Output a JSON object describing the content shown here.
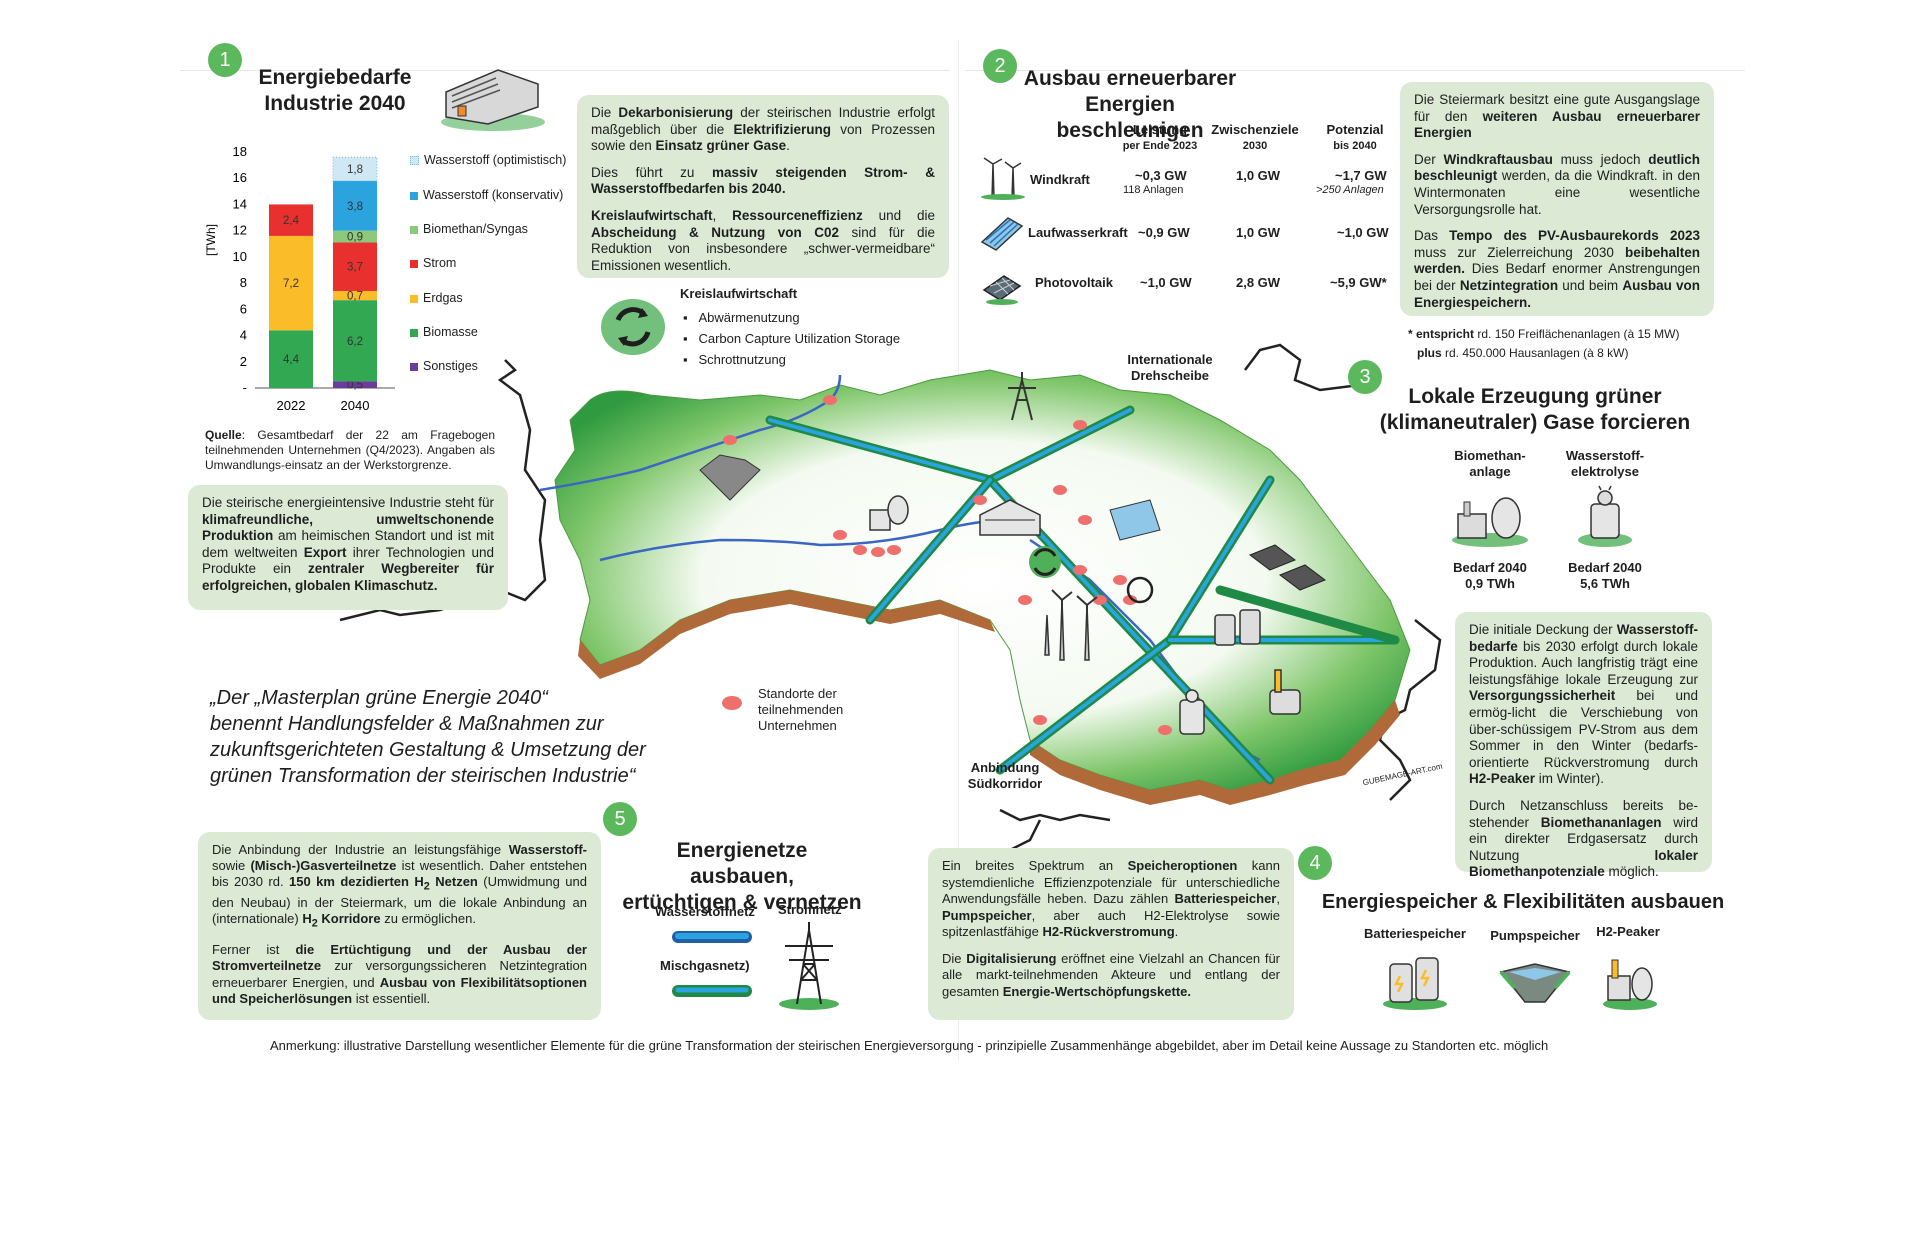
{
  "section1": {
    "number": "1",
    "title_line1": "Energiebedarfe",
    "title_line2": "Industrie 2040",
    "chart_source_label": "Quelle",
    "chart_source_text": ": Gesamtbedarf der 22 am Fragebogen teilnehmenden Unternehmen (Q4/2023). Angaben als Umwandlungs-einsatz an der Werkstorgrenze.",
    "info_box": {
      "part1": "Die steirische energieintensive Industrie steht für ",
      "bold1": "klimafreundliche, umweltschonende Produktion",
      "part2": " am heimischen Standort und ist mit dem weltweiten ",
      "bold2": "Export",
      "part3": " ihrer Technologien und Produkte ein ",
      "bold3": "zentraler Wegbereiter für erfolgreichen, globalen Klimaschutz."
    }
  },
  "chart_data": {
    "type": "bar",
    "stacked": true,
    "categories": [
      "2022",
      "2040"
    ],
    "ylabel": "[TWh]",
    "ylim": [
      0,
      18
    ],
    "yticks": [
      2,
      4,
      6,
      8,
      10,
      12,
      14,
      16,
      18
    ],
    "series": [
      {
        "name": "Sonstiges",
        "color": "#6a3d9a",
        "values": [
          0,
          0.5
        ],
        "labels": [
          "",
          "0,5"
        ]
      },
      {
        "name": "Biomasse",
        "color": "#33a853",
        "values": [
          4.4,
          6.2
        ],
        "labels": [
          "4,4",
          "6,2"
        ]
      },
      {
        "name": "Erdgas",
        "color": "#fbbc2a",
        "values": [
          7.2,
          0.7
        ],
        "labels": [
          "7,2",
          "0,7"
        ]
      },
      {
        "name": "Strom",
        "color": "#e8312f",
        "values": [
          2.4,
          3.7
        ],
        "labels": [
          "2,4",
          "3,7"
        ]
      },
      {
        "name": "Biomethan/Syngas",
        "color": "#8cc97a",
        "values": [
          0,
          0.9
        ],
        "labels": [
          "",
          "0,9"
        ]
      },
      {
        "name": "Wasserstoff (konservativ)",
        "color": "#2aa3de",
        "values": [
          0,
          3.8
        ],
        "labels": [
          "",
          "3,8"
        ]
      },
      {
        "name": "Wasserstoff (optimistisch)",
        "color": "#cfe8f3",
        "values": [
          0,
          1.8
        ],
        "labels": [
          "",
          "1,8"
        ]
      }
    ],
    "legend_order": [
      "Wasserstoff (optimistisch)",
      "Wasserstoff (konservativ)",
      "Biomethan/Syngas",
      "Strom",
      "Erdgas",
      "Biomasse",
      "Sonstiges"
    ]
  },
  "decarb_box": {
    "p1_a": "Die ",
    "p1_b": "Dekarbonisierung",
    "p1_c": " der steirischen Industrie erfolgt maßgeblich über die ",
    "p1_d": "Elektrifizierung",
    "p1_e": " von Prozessen sowie den ",
    "p1_f": "Einsatz grüner Gase",
    "p1_g": ".",
    "p2_a": "Dies führt zu ",
    "p2_b": "massiv steigenden Strom- & Wasserstoffbedarfen bis 2040.",
    "p3_a": "Kreislaufwirtschaft",
    "p3_b": ", ",
    "p3_c": "Ressourceneffizienz",
    "p3_d": " und die ",
    "p3_e": "Abscheidung & Nutzung von C02",
    "p3_f": " sind für die Reduktion von insbesondere „schwer-vermeidbare“ Emissionen wesentlich."
  },
  "circular": {
    "title": "Kreislaufwirtschaft",
    "items": [
      "Abwärmenutzung",
      "Carbon Capture Utilization Storage",
      "Schrottnutzung"
    ]
  },
  "section2": {
    "number": "2",
    "title_line1": "Ausbau erneuerbarer",
    "title_line2": "Energien beschleunigen",
    "headers": {
      "leistung": "Leistung",
      "leistung_sub": "per Ende 2023",
      "zwischen": "Zwischenziele",
      "zwischen_sub": "2030",
      "potenzial": "Potenzial",
      "potenzial_sub": "bis 2040"
    },
    "rows": [
      {
        "name": "Windkraft",
        "leistung": "~0,3 GW",
        "leistung_sub": "118 Anlagen",
        "ziel": "1,0 GW",
        "potenzial": "~1,7 GW",
        "potenzial_sub": ">250 Anlagen"
      },
      {
        "name": "Laufwasserkraft",
        "leistung": "~0,9 GW",
        "leistung_sub": "",
        "ziel": "1,0 GW",
        "potenzial": "~1,0 GW",
        "potenzial_sub": ""
      },
      {
        "name": "Photovoltaik",
        "leistung": "~1,0 GW",
        "leistung_sub": "",
        "ziel": "2,8 GW",
        "potenzial": "~5,9 GW*",
        "potenzial_sub": ""
      }
    ],
    "box": {
      "p1_a": "Die Steiermark besitzt eine gute Ausgangslage für den ",
      "p1_b": "weiteren Ausbau erneuerbarer Energien",
      "p2_a": "Der ",
      "p2_b": "Windkraftausbau",
      "p2_c": " muss jedoch ",
      "p2_d": "deutlich beschleunigt",
      "p2_e": " werden, da die Windkraft. in den Wintermonaten eine wesentliche Versorgungsrolle hat.",
      "p3_a": "Das ",
      "p3_b": "Tempo des PV-Ausbaurekords 2023",
      "p3_c": " muss zur Zielerreichung 2030 ",
      "p3_d": "beibehalten werden.",
      "p3_e": " Dies Bedarf enormer Anstrengungen bei der ",
      "p3_f": "Netzintegration",
      "p3_g": " und beim ",
      "p3_h": "Ausbau von Energiespeichern."
    },
    "footnote1_a": "* entspricht",
    "footnote1_b": " rd. 150 Freiflächenanlagen (à 15 MW)",
    "footnote2_a": "plus",
    "footnote2_b": " rd. 450.000 Hausanlagen (à 8 kW)"
  },
  "section3": {
    "number": "3",
    "title_line1": "Lokale Erzeugung grüner",
    "title_line2": "(klimaneutraler) Gase forcieren",
    "biomethan_label1": "Biomethan-",
    "biomethan_label2": "anlage",
    "h2_label1": "Wasserstoff-",
    "h2_label2": "elektrolyse",
    "biomethan_demand1": "Bedarf 2040",
    "biomethan_demand2": "0,9 TWh",
    "h2_demand1": "Bedarf 2040",
    "h2_demand2": "5,6 TWh",
    "box": {
      "p1_a": "Die initiale Deckung der ",
      "p1_b": "Wasserstoff-bedarfe",
      "p1_c": " bis 2030 erfolgt durch lokale Produktion. Auch langfristig trägt eine leistungsfähige lokale Erzeugung zur ",
      "p1_d": "Versorgungssicherheit",
      "p1_e": " bei und ermög-licht die Verschiebung von über-schüssigem PV-Strom aus dem Sommer in den Winter (bedarfs-orientierte Rückverstromung durch ",
      "p1_f": "H2-Peaker",
      "p1_g": " im Winter).",
      "p2_a": "Durch Netzanschluss bereits be-stehender ",
      "p2_b": "Biomethananlagen",
      "p2_c": " wird ein direkter Erdgasersatz durch Nutzung ",
      "p2_d": "lokaler Biomethanpotenziale",
      "p2_e": " möglich."
    }
  },
  "section4": {
    "number": "4",
    "title": "Energiespeicher & Flexibilitäten ausbauen",
    "labels": [
      "Batteriespeicher",
      "Pumpspeicher",
      "H2-Peaker"
    ],
    "box": {
      "p1_a": "Ein breites Spektrum an ",
      "p1_b": "Speicheroptionen",
      "p1_c": " kann systemdienliche Effizienzpotenziale für unterschiedliche Anwendungsfälle heben. Dazu zählen ",
      "p1_d": "Batteriespeicher",
      "p1_e": ", ",
      "p1_f": "Pumpspeicher",
      "p1_g": ", aber auch H2-Elektrolyse sowie spitzenlastfähige ",
      "p1_h": "H2-Rückverstromung",
      "p1_i": ".",
      "p2_a": "Die ",
      "p2_b": "Digitalisierung",
      "p2_c": " eröffnet eine Vielzahl an Chancen für alle markt-teilnehmenden Akteure und entlang der gesamten ",
      "p2_d": "Energie-Wertschöpfungskette."
    }
  },
  "section5": {
    "number": "5",
    "title_line1": "Energienetze ausbauen,",
    "title_line2": "ertüchtigen & vernetzen",
    "legend_h2": "Wasserstoffnetz",
    "legend_mix": "Mischgasnetz)",
    "legend_power": "Stromnetz",
    "box": {
      "p1_a": "Die Anbindung der Industrie an leistungsfähige ",
      "p1_b": "Wasserstoff-",
      "p1_c": "sowie ",
      "p1_d": "(Misch-)Gasverteilnetze",
      "p1_e": " ist wesentlich. Daher entstehen bis 2030 rd. ",
      "p1_f": "150 km dezidierten H",
      "p1_g": "2",
      "p1_h": " Netzen",
      "p1_i": " (Umwidmung und den Neubau) in der Steiermark, um die lokale Anbindung an (internationale) ",
      "p1_j": "H",
      "p1_k": "2",
      "p1_l": " Korridore",
      "p1_m": " zu ermöglichen.",
      "p2_a": "Ferner ist ",
      "p2_b": "die Ertüchtigung und der Ausbau der Stromverteilnetze",
      "p2_c": " zur versorgungssicheren Netzintegration erneuerbarer Energien, und ",
      "p2_d": "Ausbau von Flexibilitätsoptionen und Speicherlösungen",
      "p2_e": " ist essentiell."
    }
  },
  "map": {
    "hub_label1": "Internationale",
    "hub_label2": "Drehscheibe",
    "south_label1": "Anbindung",
    "south_label2": "Südkorridor",
    "sites_label1": "Standorte der",
    "sites_label2": "teilnehmenden",
    "sites_label3": "Unternehmen",
    "signature": "GUBEMAGE-ART.com"
  },
  "quote": {
    "line1": "„Der „Masterplan grüne Energie 2040“",
    "line2": "benennt Handlungsfelder & Maßnahmen zur",
    "line3": "zukunftsgerichteten Gestaltung & Umsetzung der",
    "line4": "grünen Transformation der steirischen Industrie“"
  },
  "note": "Anmerkung: illustrative Darstellung wesentlicher Elemente für die grüne Transformation der steirischen Energieversorgung - prinzipielle Zusammenhänge abgebildet, aber im Detail keine Aussage zu Standorten etc. möglich",
  "colors": {
    "accent_green": "#5cb85c",
    "box_bg": "#dcead5",
    "pipe_blue": "#2aa3de",
    "pipe_green": "#33a853",
    "site_red": "#ef6f6c"
  }
}
